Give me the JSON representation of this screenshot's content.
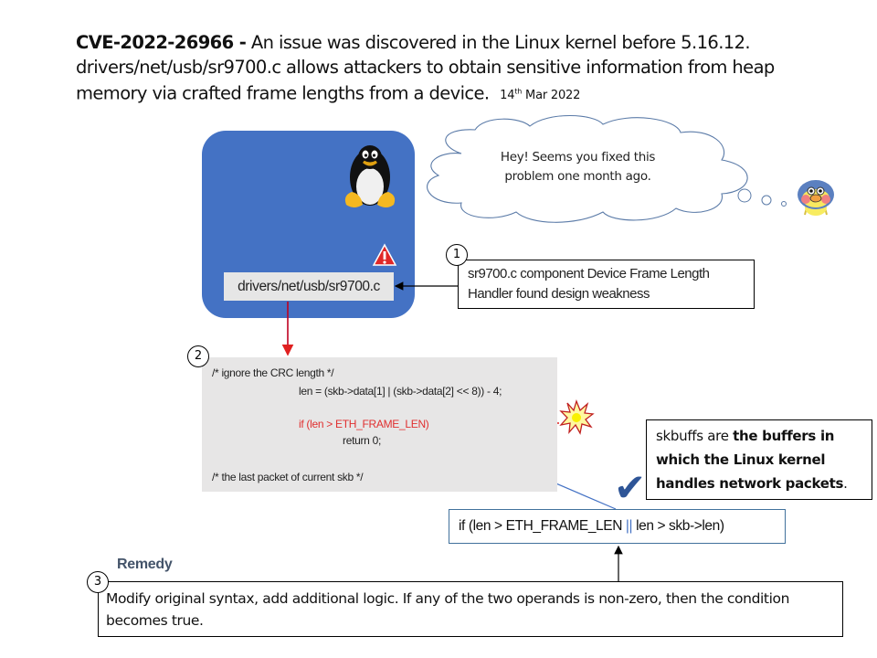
{
  "title": {
    "cve_id": "CVE-2022-26966 -",
    "description": "An issue was discovered in the Linux kernel before 5.16.12. drivers/net/usb/sr9700.c allows attackers to obtain sensitive information from heap memory via crafted frame lengths from a device.",
    "date_day": "14",
    "date_suffix": "th",
    "date_rest": "Mar 2022"
  },
  "kernel": {
    "file_label": "drivers/net/usb/sr9700.c",
    "mascot_icon": "linux-tux-icon",
    "warning_icon": "warning-triangle-icon"
  },
  "thought_bubble": {
    "line1": "Hey! Seems you fixed this",
    "line2": "problem one month ago.",
    "character_icon": "penguin-character-icon"
  },
  "step1": {
    "number": "1",
    "line1": "sr9700.c component Device Frame Length",
    "line2": "Handler found design weakness"
  },
  "step2": {
    "number": "2",
    "code": [
      "/* ignore the CRC length */",
      "len = (skb->data[1] | (skb->data[2] << 8)) - 4;",
      "if (len > ETH_FRAME_LEN)",
      "return 0;",
      "/* the last packet of current skb */"
    ],
    "burst_icon": "explosion-icon"
  },
  "fix": {
    "part1": "if (len > ETH_FRAME_LEN ",
    "operator": "||",
    "part2": " len > skb->len)",
    "check_icon": "checkmark-icon",
    "check_glyph": "✔"
  },
  "skbuff_note": {
    "plain": "skbuffs are ",
    "bold": "the buffers in which the Linux kernel handles network packets",
    "end": "."
  },
  "remedy": {
    "number": "3",
    "title": "Remedy",
    "text": "Modify original syntax, add additional logic. If any of the two operands is non-zero, then the condition becomes true."
  },
  "colors": {
    "kernel_box": "#4472c4",
    "code_bg": "#e7e6e6",
    "highlight_red": "#e03030",
    "fix_border": "#41719c",
    "remedy_title": "#44546a",
    "check": "#2e5597"
  }
}
